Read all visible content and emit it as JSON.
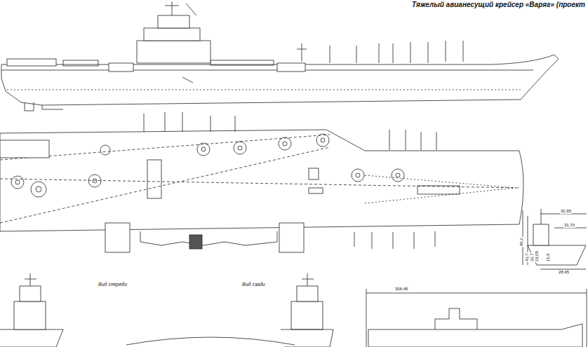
{
  "diagram": {
    "title": "Тяжелый авианесущий крейсер «Варяг» (проект",
    "labels": [
      "Вид спереди",
      "Вид сзади",
      "306,45",
      "32,95",
      "31,70",
      "60,2",
      "43,7",
      "32,7",
      "19,05",
      "15,5",
      "28,45"
    ]
  }
}
